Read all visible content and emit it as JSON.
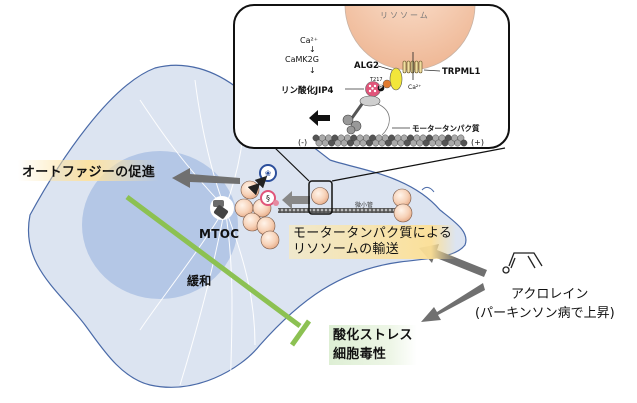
{
  "diagram": {
    "inset": {
      "lysosome_label": "リソソーム",
      "pathway": {
        "ca": "Ca²⁺",
        "kinase": "CaMK2G",
        "product": "リン酸化JIP4"
      },
      "alg2_label": "ALG2",
      "trpml1_label": "TRPML1",
      "ca_release_label": "Ca²⁺",
      "phospho_site_label": "T217",
      "phospho_mark": "P",
      "motor_label": "モータータンパク質",
      "minus_end": "(-)",
      "plus_end": "(+)"
    },
    "cell": {
      "autophagy_label": "オートファジーの促進",
      "mtoc_label": "MTOC",
      "microtubule_label": "微小管",
      "transport_label_line1": "モータータンパク質による",
      "transport_label_line2": "リソソームの輸送",
      "relief_label": "緩和",
      "stress_label_line1": "酸化ストレス",
      "stress_label_line2": "細胞毒性"
    },
    "acrolein": {
      "name": "アクロレイン",
      "note": "(パーキンソン病で上昇)"
    },
    "colors": {
      "cell_fill": "#dce4f1",
      "cell_outline": "#4a6aa8",
      "nucleus": "#b4c7e6",
      "lysosome": "#f2c7a4",
      "inhibition_bar": "#8cc152",
      "arrow_gray": "#707070",
      "alg2_yellow": "#f2e63a",
      "jip4_pink": "#e0557a"
    }
  }
}
